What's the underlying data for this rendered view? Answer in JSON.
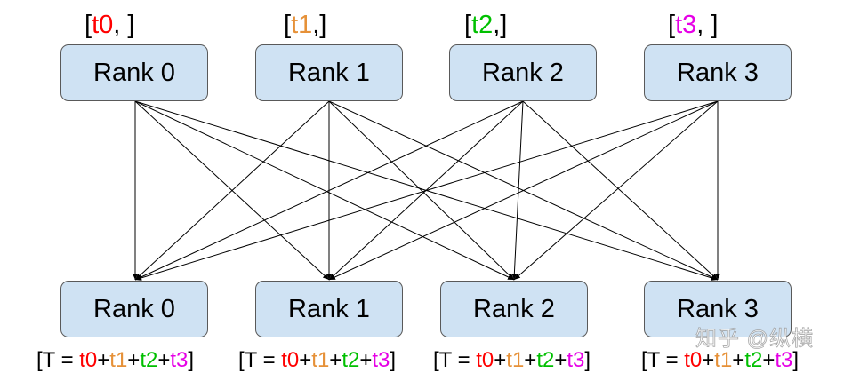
{
  "colors": {
    "t0": "#ff0000",
    "t1": "#e69138",
    "t2": "#00c000",
    "t3": "#e600e6",
    "box_fill": "#cfe2f3",
    "box_border": "#595959",
    "edge": "#000000"
  },
  "top_row": [
    {
      "rank": "Rank 0",
      "open": "[",
      "token": "t0",
      "close": ", ]"
    },
    {
      "rank": "Rank 1",
      "open": "[",
      "token": "t1",
      "close": ",]"
    },
    {
      "rank": "Rank 2",
      "open": "[",
      "token": "t2",
      "close": ",]"
    },
    {
      "rank": "Rank 3",
      "open": "[",
      "token": "t3",
      "close": ", ]"
    }
  ],
  "bottom_row": [
    {
      "rank": "Rank 0"
    },
    {
      "rank": "Rank 1"
    },
    {
      "rank": "Rank 2"
    },
    {
      "rank": "Rank 3"
    }
  ],
  "result": {
    "prefix": "[T = ",
    "t0": "t0",
    "t1": "t1",
    "t2": "t2",
    "t3": "t3",
    "plus": "+",
    "suffix": "]"
  },
  "watermark": "知乎 @纵横"
}
